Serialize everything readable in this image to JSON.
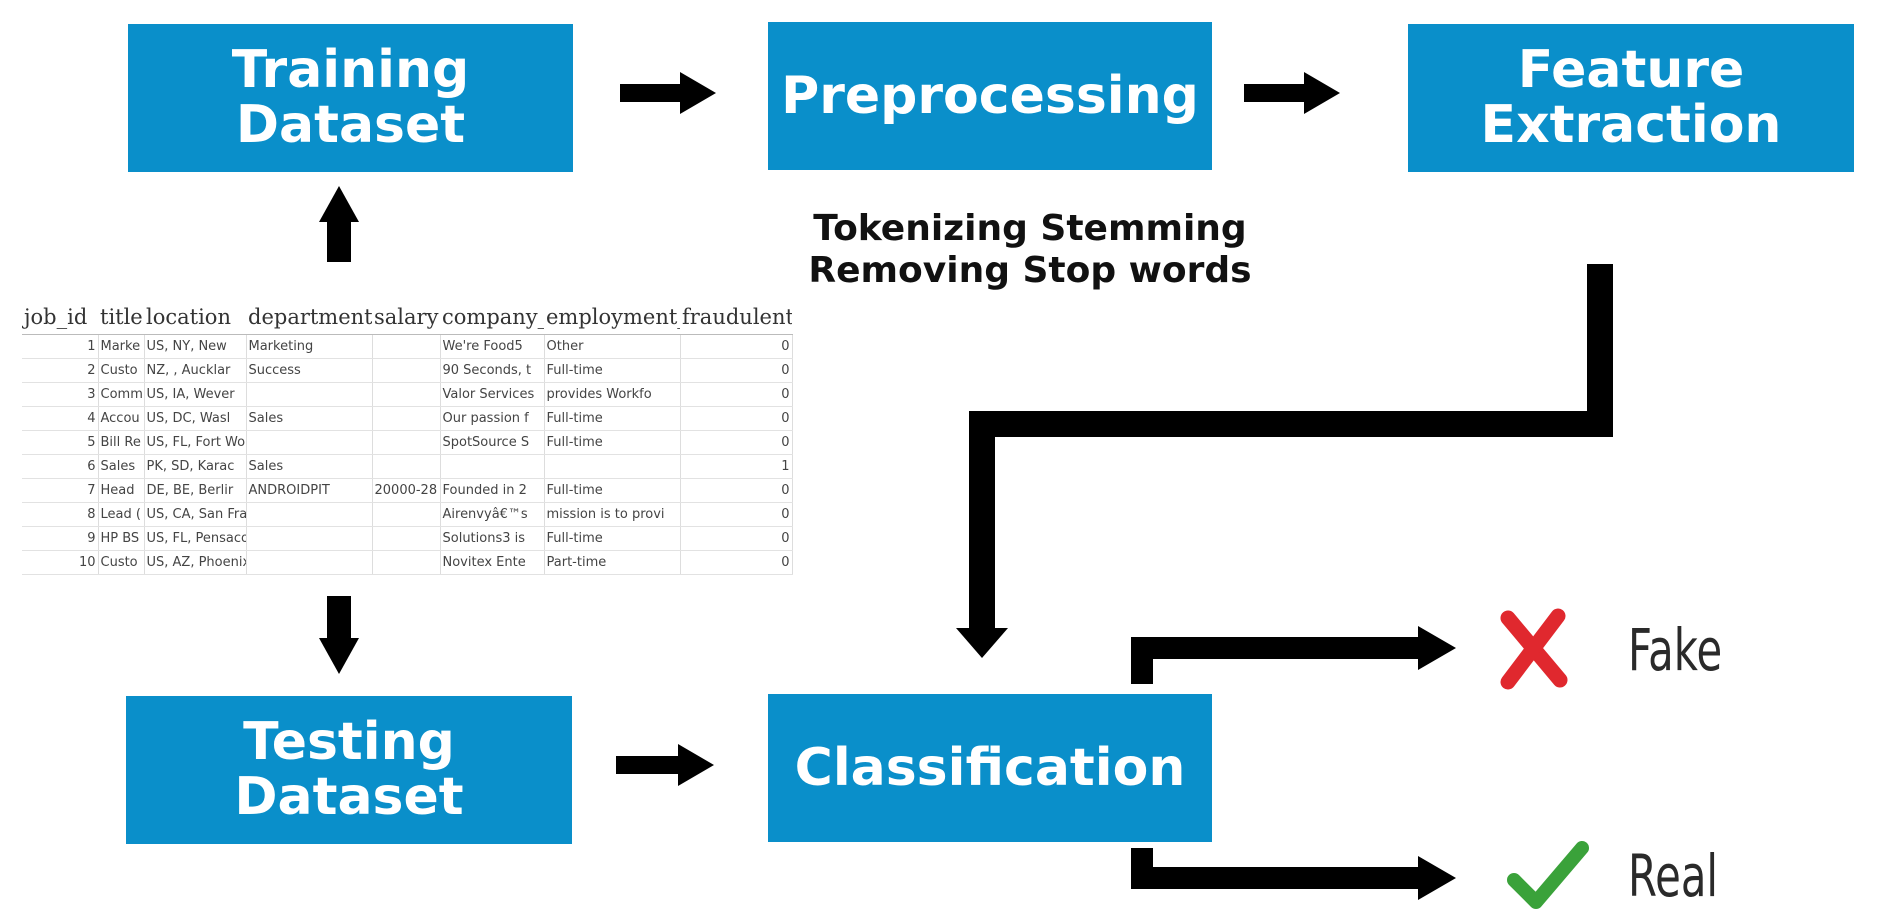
{
  "boxes": {
    "training": [
      "Training",
      "Dataset"
    ],
    "preprocessing": [
      "Preprocessing"
    ],
    "feature_extraction": [
      "Feature",
      "Extraction"
    ],
    "testing": [
      "Testing",
      "Dataset"
    ],
    "classification": [
      "Classification"
    ]
  },
  "preprocessing_caption": [
    "Tokenizing Stemming",
    "Removing Stop words"
  ],
  "dataset_table": {
    "columns": [
      "job_id",
      "title",
      "location",
      "department",
      "salary",
      "company_",
      "employment_",
      "fraudulent"
    ],
    "rows": [
      [
        "1",
        "Marke",
        "US, NY, New",
        "Marketing",
        "",
        "We're Food5",
        "Other",
        "0"
      ],
      [
        "2",
        "Custo",
        "NZ, , Aucklar",
        "Success",
        "",
        "90 Seconds, t",
        "Full-time",
        "0"
      ],
      [
        "3",
        "Comm",
        "US, IA, Wever",
        "",
        "",
        "Valor Services",
        "provides Workfo",
        "0"
      ],
      [
        "4",
        "Accou",
        "US, DC, Wasl",
        "Sales",
        "",
        "Our passion f",
        "Full-time",
        "0"
      ],
      [
        "5",
        "Bill Re",
        "US, FL, Fort Worth",
        "",
        "",
        "SpotSource S",
        "Full-time",
        "0"
      ],
      [
        "6",
        "Sales",
        "PK, SD, Karac",
        "Sales",
        "",
        "",
        "",
        "1"
      ],
      [
        "7",
        "Head",
        "DE, BE, Berlir",
        "ANDROIDPIT",
        "20000-28",
        "Founded in 2",
        "Full-time",
        "0"
      ],
      [
        "8",
        "Lead (",
        "US, CA, San Francisco",
        "",
        "",
        "Airenvyâ€™s",
        "mission is to provi",
        "0"
      ],
      [
        "9",
        "HP BS",
        "US, FL, Pensacola",
        "",
        "",
        "Solutions3 is",
        "Full-time",
        "0"
      ],
      [
        "10",
        "Custo",
        "US, AZ, Phoenix",
        "",
        "",
        "Novitex Ente",
        "Part-time",
        "0"
      ]
    ]
  },
  "outcomes": {
    "fake": "Fake",
    "real": "Real"
  },
  "icons": {
    "fake": "cross-icon",
    "real": "check-icon"
  },
  "colors": {
    "box_fill": "#0a8fca",
    "box_text": "#ffffff",
    "arrow": "#000000",
    "cross": "#e0282e",
    "check": "#3aa23a"
  }
}
